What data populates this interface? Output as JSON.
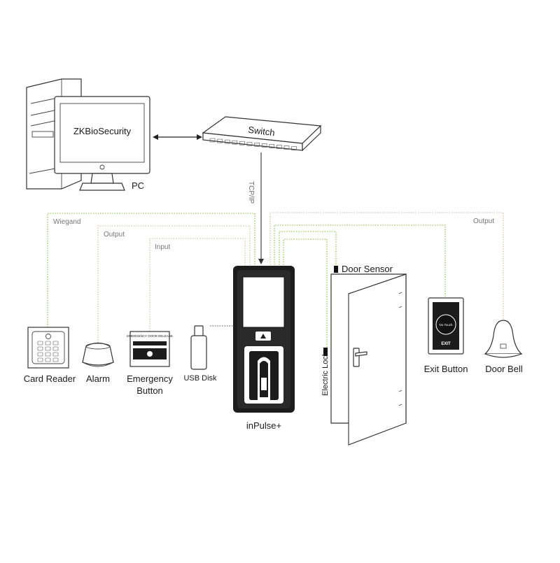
{
  "colors": {
    "green_wire": "#8cbf3f",
    "beige_wire": "#cbbf95",
    "gray_wire": "#888888",
    "outline": "#333333",
    "device_black": "#1c1c1c"
  },
  "pc": {
    "software": "ZKBioSecurity",
    "label": "PC"
  },
  "switch": {
    "label": "Switch",
    "link_label": "TCP/IP"
  },
  "wires": {
    "wiegand": "Wiegand",
    "output_left": "Output",
    "input": "Input",
    "output_right": "Output"
  },
  "devices": {
    "card_reader": "Card Reader",
    "alarm": "Alarm",
    "emergency_line1": "Emergency",
    "emergency_line2": "Button",
    "usb_disk": "USB Disk",
    "main_unit": "inPulse+",
    "door_sensor": "Door Sensor",
    "electric_lock": "Electric Lock",
    "exit_button": "Exit Button",
    "door_bell": "Door Bell"
  },
  "device_text": {
    "emergency_title": "EMERGENCY DOOR RELEASE",
    "exit_face": "No Touch",
    "exit_caption": "EXIT"
  },
  "icons": [
    "tower-icon",
    "monitor-icon",
    "switch-icon",
    "keypad-icon",
    "siren-icon",
    "emergency-box-icon",
    "usb-icon",
    "fingerprint-terminal-icon",
    "door-icon",
    "exit-button-icon",
    "bell-icon"
  ]
}
